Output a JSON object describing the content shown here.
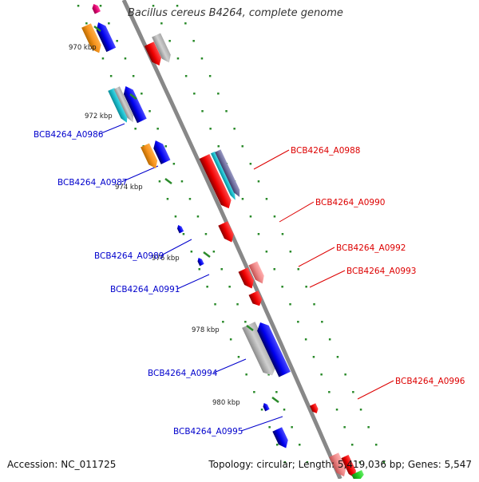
{
  "title": "Bacillus cereus B4264, complete genome",
  "footer": {
    "accession": "Accession: NC_011725",
    "stats": "Topology: circular; Length: 5,419,036 bp; Genes: 5,547"
  },
  "colors": {
    "backbone": "#888888",
    "dots": "#2a8a2a",
    "forward_label": "#0000cc",
    "reverse_label": "#dd0000",
    "blue": "#0000ee",
    "red": "#ee0000",
    "gray": "#bbbbbb",
    "orange": "#f7941d",
    "cyan": "#1cbfcf",
    "purple": "#6f6f9e",
    "pink": "#ee8888",
    "magenta": "#e0006f",
    "green": "#22cc22"
  },
  "ticks": [
    {
      "label": "970 kbp",
      "kbp": 970
    },
    {
      "label": "972 kbp",
      "kbp": 972
    },
    {
      "label": "974 kbp",
      "kbp": 974
    },
    {
      "label": "976 kbp",
      "kbp": 976
    },
    {
      "label": "978 kbp",
      "kbp": 978
    },
    {
      "label": "980 kbp",
      "kbp": 980
    }
  ],
  "forward_labels": [
    {
      "id": "BCB4264_A0986",
      "text": "BCB4264_A0986"
    },
    {
      "id": "BCB4264_A0987",
      "text": "BCB4264_A0987"
    },
    {
      "id": "BCB4264_A0989",
      "text": "BCB4264_A0989"
    },
    {
      "id": "BCB4264_A0991",
      "text": "BCB4264_A0991"
    },
    {
      "id": "BCB4264_A0994",
      "text": "BCB4264_A0994"
    },
    {
      "id": "BCB4264_A0995",
      "text": "BCB4264_A0995"
    }
  ],
  "reverse_labels": [
    {
      "id": "BCB4264_A0988",
      "text": "BCB4264_A0988"
    },
    {
      "id": "BCB4264_A0990",
      "text": "BCB4264_A0990"
    },
    {
      "id": "BCB4264_A0992",
      "text": "BCB4264_A0992"
    },
    {
      "id": "BCB4264_A0993",
      "text": "BCB4264_A0993"
    },
    {
      "id": "BCB4264_A0996",
      "text": "BCB4264_A0996"
    }
  ]
}
